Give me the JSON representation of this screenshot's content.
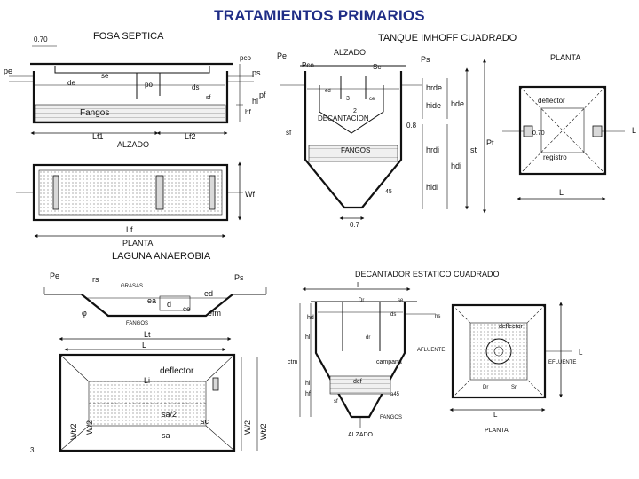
{
  "title": "TRATAMIENTOS PRIMARIOS",
  "fosa": {
    "title": "FOSA SEPTICA",
    "dim_070": "0.70",
    "pe": "pe",
    "pco": "pco",
    "ps": "ps",
    "pf": "pf",
    "se": "se",
    "de": "de",
    "po": "po",
    "ds": "ds",
    "sf": "sf",
    "hl": "hl",
    "hf": "hf",
    "fangos": "Fangos",
    "lf1": "Lf1",
    "lf2": "Lf2",
    "alzado": "ALZADO",
    "wf": "Wf",
    "lf": "Lf",
    "planta": "PLANTA"
  },
  "imhoff": {
    "title": "TANQUE IMHOFF CUADRADO",
    "alzado": "ALZADO",
    "pe": "Pe",
    "pco": "Pco",
    "sc": "Sc",
    "ps": "Ps",
    "ed": "ed",
    "num3": "3",
    "ce": "ce",
    "num2": "2",
    "hrde": "hrde",
    "hide": "hide",
    "hde": "hde",
    "decantacion": "DECANTACION",
    "sf": "sf",
    "dim_08": "0.8",
    "fangos": "FANGOS",
    "hrdi": "hrdi",
    "hdi": "hdi",
    "hidi": "hidi",
    "st": "st",
    "pt": "Pt",
    "deg45": "45",
    "dim_07": "0.7",
    "planta": "PLANTA",
    "deflector": "deflector",
    "dim_070": "0.70",
    "registro": "registro",
    "l_side": "L",
    "l_bottom": "L"
  },
  "laguna": {
    "title": "LAGUNA ANAEROBIA",
    "pe": "Pe",
    "rs": "rs",
    "ps": "Ps",
    "grasas": "GRASAS",
    "ea": "ea",
    "ed": "ed",
    "d": "d",
    "ce": "ce",
    "efm": "efm",
    "phi": "φ",
    "fangos": "FANGOS",
    "lt": "Lt",
    "l": "L",
    "deflector": "deflector",
    "li": "Li",
    "sa2": "sa/2",
    "sc": "sc",
    "sa": "sa",
    "wt2": "Wt/2",
    "w2": "W/2",
    "w2b": "W/2",
    "wt2b": "Wt/2",
    "num3": "3"
  },
  "decantador": {
    "title": "DECANTADOR ESTATICO CUADRADO",
    "l_top": "L",
    "dr": "Dr",
    "se": "se",
    "ds": "ds",
    "hs": "hs",
    "hd": "hd",
    "dr2": "dr",
    "ctm": "ctm",
    "hl": "hl",
    "hi": "hi",
    "hf": "hf",
    "afluente": "AFLUENTE",
    "campana": "campana",
    "def": "def",
    "sf": "sf",
    "a45": "a45",
    "fangos": "FANGOS",
    "alzado": "ALZADO",
    "deflector": "deflector",
    "dr_pl": "Dr",
    "sr": "Sr",
    "efluente": "EFLUENTE",
    "l_right": "L",
    "l_bottom": "L",
    "planta": "PLANTA"
  }
}
